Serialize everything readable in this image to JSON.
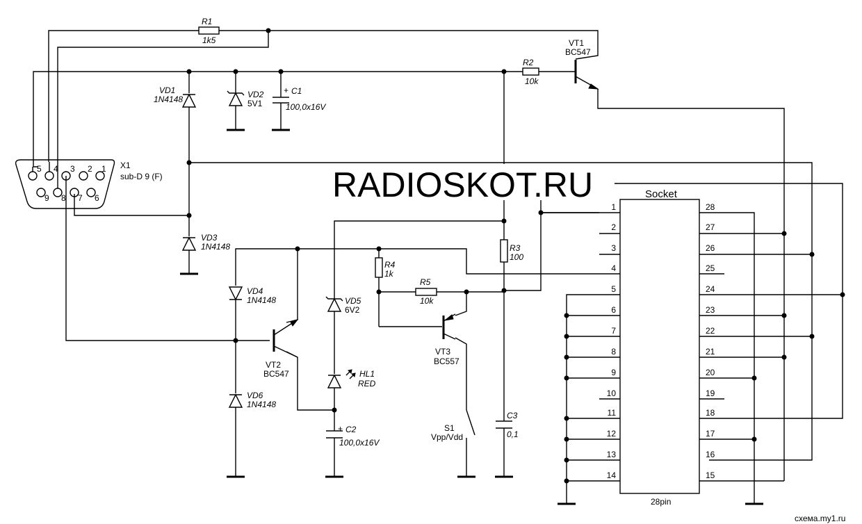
{
  "watermark": "RADIOSKOT.RU",
  "footer": "схема.my1.ru",
  "connector": {
    "ref": "X1",
    "type": "sub-D 9 (F)",
    "pins_top": [
      "5",
      "4",
      "3",
      "2",
      "1"
    ],
    "pins_bottom": [
      "9",
      "8",
      "7",
      "6"
    ]
  },
  "socket": {
    "title": "Socket",
    "footer": "28pin",
    "left_pins": [
      "1",
      "2",
      "3",
      "4",
      "5",
      "6",
      "7",
      "8",
      "9",
      "10",
      "11",
      "12",
      "13",
      "14"
    ],
    "right_pins": [
      "28",
      "27",
      "26",
      "25",
      "24",
      "23",
      "22",
      "21",
      "20",
      "19",
      "18",
      "17",
      "16",
      "15"
    ]
  },
  "components": {
    "r1": {
      "ref": "R1",
      "value": "1k5"
    },
    "r2": {
      "ref": "R2",
      "value": "10k"
    },
    "r3": {
      "ref": "R3",
      "value": "100"
    },
    "r4": {
      "ref": "R4",
      "value": "1k"
    },
    "r5": {
      "ref": "R5",
      "value": "10k"
    },
    "vt1": {
      "ref": "VT1",
      "value": "BC547"
    },
    "vt2": {
      "ref": "VT2",
      "value": "BC547"
    },
    "vt3": {
      "ref": "VT3",
      "value": "BC557"
    },
    "vd1": {
      "ref": "VD1",
      "value": "1N4148"
    },
    "vd2": {
      "ref": "VD2",
      "value": "5V1"
    },
    "vd3": {
      "ref": "VD3",
      "value": "1N4148"
    },
    "vd4": {
      "ref": "VD4",
      "value": "1N4148"
    },
    "vd5": {
      "ref": "VD5",
      "value": "6V2"
    },
    "vd6": {
      "ref": "VD6",
      "value": "1N4148"
    },
    "hl1": {
      "ref": "HL1",
      "value": "RED"
    },
    "c1": {
      "ref": "C1",
      "value": "100,0x16V"
    },
    "c2": {
      "ref": "C2",
      "value": "100,0x16V"
    },
    "c3": {
      "ref": "C3",
      "value": "0,1"
    },
    "s1": {
      "ref": "S1",
      "value": "Vpp/Vdd"
    }
  },
  "polarity_mark": "+"
}
